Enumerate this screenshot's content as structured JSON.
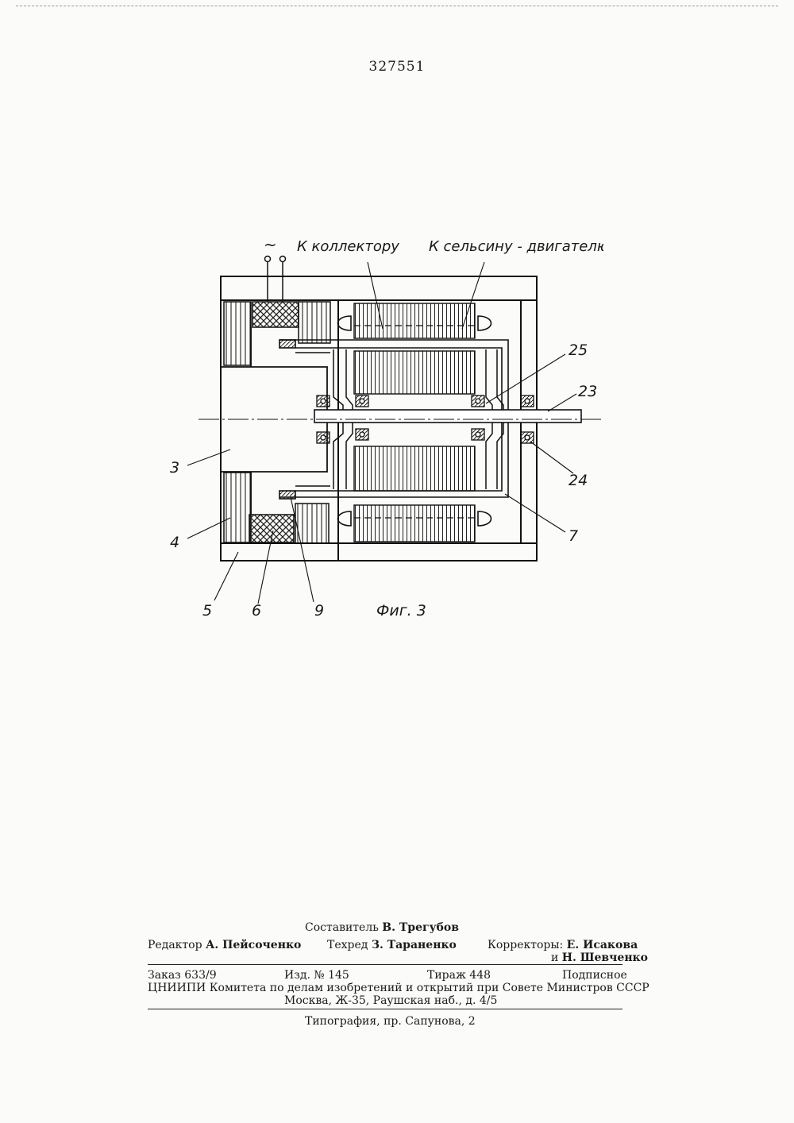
{
  "patent_number": "327551",
  "figure": {
    "caption": "Фиг. 3",
    "supply_symbol": "~",
    "label_to_collector": "К коллектору",
    "label_to_selsyn": "К сельсину - двигателю",
    "part_numbers": {
      "p3": "3",
      "p4": "4",
      "p5": "5",
      "p6": "6",
      "p7": "7",
      "p9": "9",
      "p23": "23",
      "p24": "24",
      "p25": "25"
    }
  },
  "imprint": {
    "compiler_label": "Составитель",
    "compiler_name": "В. Трегубов",
    "editor_label": "Редактор",
    "editor_name": "А. Пейсоченко",
    "techred_label": "Техред",
    "techred_name": "З. Тараненко",
    "correctors_label": "Корректоры:",
    "corrector_1": "Е. Исакова",
    "corrector_2_prefix": "и",
    "corrector_2": "Н. Шевченко",
    "order": "Заказ 633/9",
    "edition": "Изд. № 145",
    "print_run": "Тираж 448",
    "subscription": "Подписное",
    "institute": "ЦНИИПИ Комитета по делам изобретений и открытий при Совете Министров СССР",
    "address": "Москва, Ж-35, Раушская наб., д. 4/5",
    "printing_house": "Типография, пр. Сапунова, 2"
  }
}
